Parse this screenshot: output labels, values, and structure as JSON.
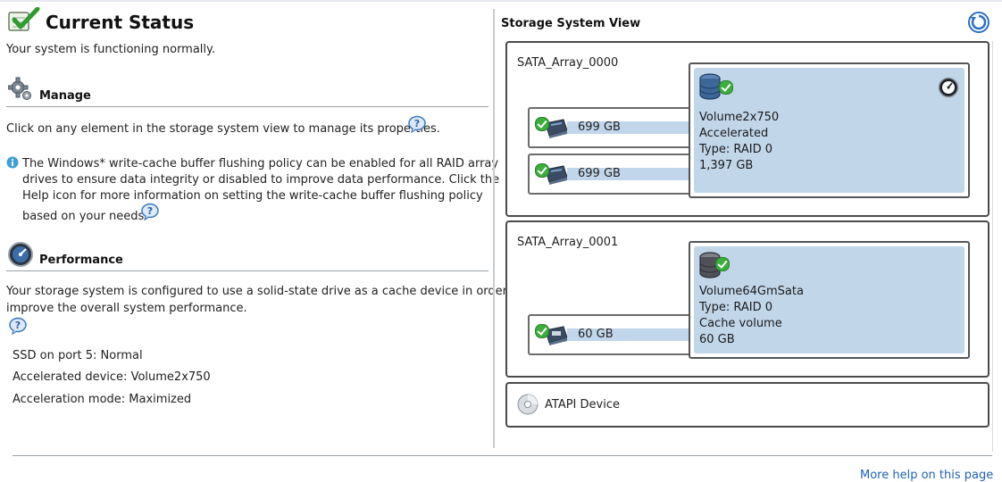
{
  "status": {
    "title": "Current Status",
    "subtitle": "Your system is functioning normally."
  },
  "manage": {
    "heading": "Manage",
    "instruction": "Click on any element in the storage system view to manage its properties.",
    "policy_line1": "The Windows* write-cache buffer flushing policy can be enabled for all RAID array",
    "policy_line2": "drives to ensure data integrity or disabled to improve data performance. Click the",
    "policy_line3": "Help icon for more information on setting the write-cache buffer flushing policy",
    "policy_line4": "based on your needs."
  },
  "performance": {
    "heading": "Performance",
    "desc_line1": "Your storage system is configured to use a solid-state drive as a cache device in order to",
    "desc_line2": "improve the overall system performance.",
    "ssd": "SSD on port 5: Normal",
    "accelerated": "Accelerated device: Volume2x750",
    "mode": "Acceleration mode: Maximized"
  },
  "storage_view": {
    "title": "Storage System View",
    "arrays": [
      {
        "name": "SATA_Array_0000",
        "disks": [
          "699 GB",
          "699 GB"
        ],
        "volume": {
          "name": "Volume2x750",
          "status": "Accelerated",
          "type": "Type: RAID 0",
          "size": "1,397 GB"
        }
      },
      {
        "name": "SATA_Array_0001",
        "disks": [
          "60 GB"
        ],
        "volume": {
          "name": "Volume64GmSata",
          "type": "Type: RAID 0",
          "role": "Cache volume",
          "size": "60 GB"
        }
      }
    ],
    "atapi": "ATAPI Device"
  },
  "footer": {
    "more_help": "More help on this page"
  },
  "colors": {
    "accent_blue": "#1f62b8",
    "volume_fill": "#c2d6ea",
    "ok_green": "#3cae3c"
  }
}
